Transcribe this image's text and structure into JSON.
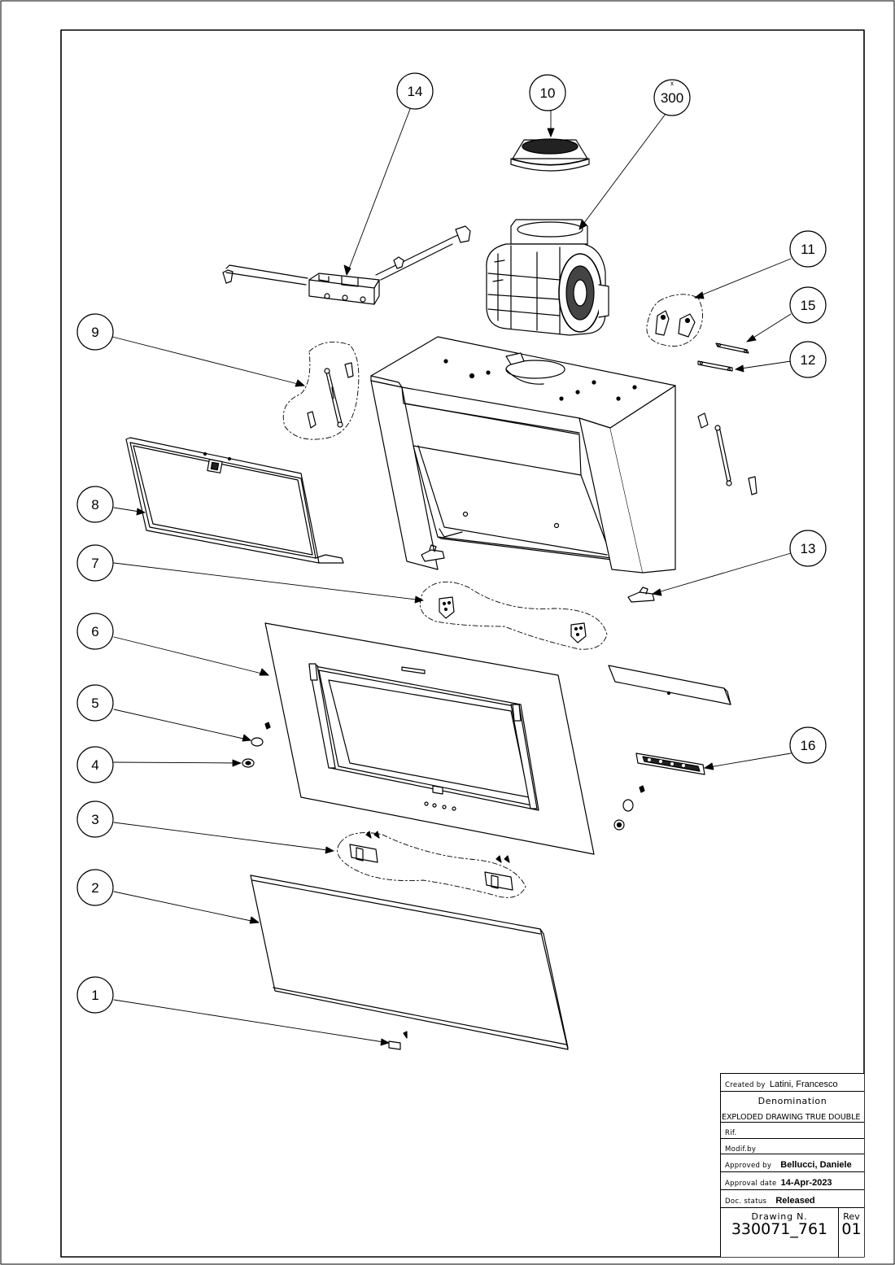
{
  "callouts": [
    "14",
    "10",
    "300",
    "11",
    "15",
    "12",
    "9",
    "8",
    "7",
    "13",
    "6",
    "5",
    "4",
    "16",
    "3",
    "2",
    "1"
  ],
  "callout_300_mark": "x",
  "title_block": {
    "created_by_label": "Created by",
    "created_by": "Latini, Francesco",
    "denomination_label": "Denomination",
    "denomination": "EXPLODED DRAWING TRUE DOUBLE",
    "rif_label": "Rif.",
    "modif_label": "Modif.by",
    "approved_by_label": "Approved by",
    "approved_by": "Bellucci, Daniele",
    "approval_date_label": "Approval date",
    "approval_date": "14-Apr-2023",
    "doc_status_label": "Doc. status",
    "doc_status": "Released",
    "drawing_n_label": "Drawing N.",
    "drawing_n": "330071_761",
    "rev_label": "Rev",
    "rev": "01"
  }
}
